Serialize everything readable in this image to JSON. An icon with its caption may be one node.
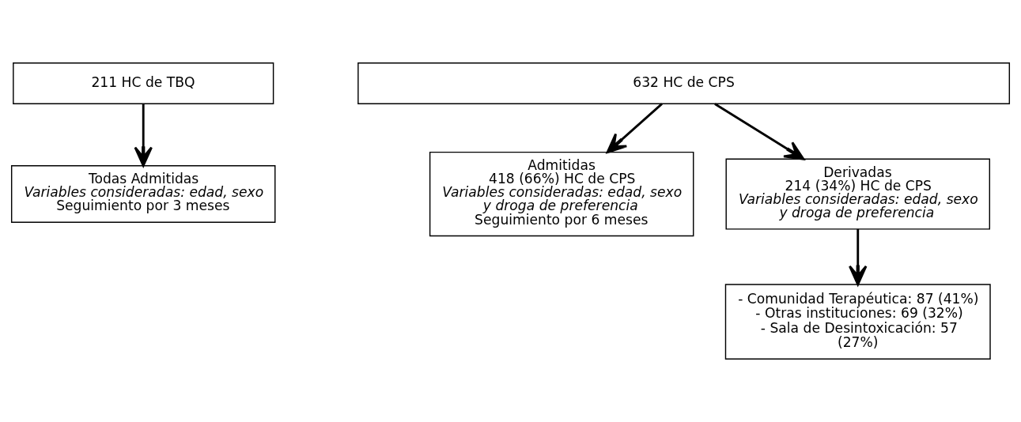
{
  "diagram": {
    "nodes": [
      {
        "text": [
          "211 HC de TBQ"
        ]
      },
      {
        "text": [
          "632 HC de CPS"
        ]
      },
      {
        "text": [
          "Todas Admitidas",
          "Variables consideradas: edad, sexo",
          "Seguimiento por 3 meses"
        ]
      },
      {
        "text": [
          "Admitidas",
          "418 (66%) HC de CPS",
          "Variables consideradas: edad, sexo y droga de preferencia",
          "Seguimiento por 6 meses"
        ]
      },
      {
        "text": [
          "Derivadas",
          "214 (34%) HC de CPS",
          "Variables consideradas: edad, sexo y droga de preferencia"
        ]
      },
      {
        "text": [
          "- Comunidad Terapéutica: 87 (41%)",
          "- Otras instituciones: 69 (32%)",
          "- Sala de Desintoxicación: 57 (27%)"
        ]
      }
    ],
    "edges": [
      {
        "from": 0,
        "to": 2,
        "arrow": "to"
      },
      {
        "from": 1,
        "to": 3,
        "arrow": "to"
      },
      {
        "from": 1,
        "to": 4,
        "arrow": "to"
      },
      {
        "from": 4,
        "to": 5,
        "arrow": "to"
      }
    ]
  }
}
